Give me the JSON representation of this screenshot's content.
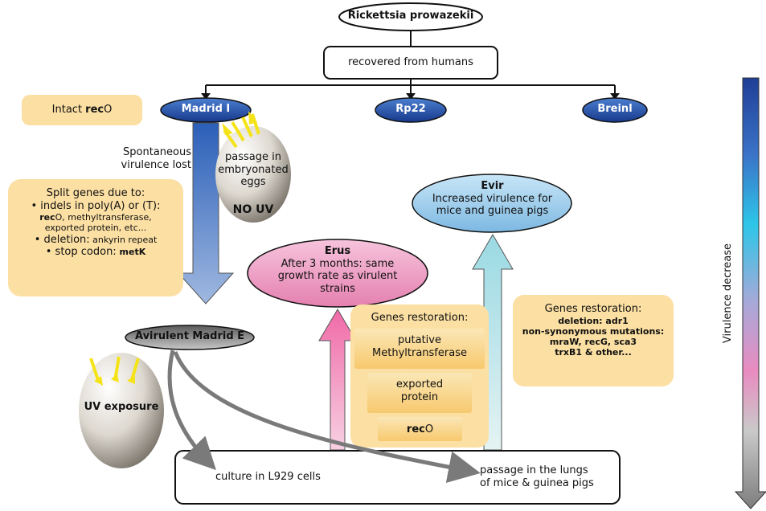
{
  "title": "Rickettsia prowazekii",
  "recovered": "recovered from humans",
  "strains": {
    "madrid1": "Madrid I",
    "rp22": "Rp22",
    "breinl": "Breinl"
  },
  "intact": {
    "prefix": "Intact ",
    "gene": "rec",
    "suffix": "O"
  },
  "spontaneous": [
    "Spontaneous",
    "virulence lost"
  ],
  "egg_passage": [
    "passage in",
    "embryonated",
    "eggs"
  ],
  "no_uv": "NO UV",
  "split": {
    "title": "Split genes due to:",
    "l1": "• indels in poly(A) or (T):",
    "l2_gene": "rec",
    "l2_rest": "O, methyltransferase,",
    "l3": "exported protein, etc...",
    "l4_label": "• deletion:",
    "l4_rest": " ankyrin repeat",
    "l5_label": "• stop codon:",
    "l5_gene": " metK"
  },
  "avirulent": "Avirulent Madrid E",
  "uv_exposure": "UV exposure",
  "erus": {
    "name": "Erus",
    "l1": "After 3 months: same",
    "l2": "growth rate as virulent",
    "l3": "strains"
  },
  "evir": {
    "name": "Evir",
    "l1": "Increased virulence for",
    "l2": "mice and guinea pigs"
  },
  "restoration1": {
    "title": "Genes restoration:",
    "g1a": "putative",
    "g1b": "Methyltransferase",
    "g2a": "exported",
    "g2b": "protein",
    "g3_gene": "rec",
    "g3_suffix": "O"
  },
  "restoration2": {
    "title": "Genes restoration:",
    "l1_label": "deletion:",
    "l1_gene": " adr1",
    "l2": "non-synonymous mutations:",
    "l3": "mraW, recG, sca3",
    "l4": "trxB1 & other..."
  },
  "culture": "culture in L929 cells",
  "lungs": [
    "passage in the lungs",
    "of mice & guinea pigs"
  ],
  "virulence_label": "Virulence decrease",
  "colors": {
    "strain_blue": "#1f4aa0",
    "note_bg": "#fbdfa3",
    "erus_pink": "#e58bb4",
    "evir_blue": "#8fc8ea",
    "avirulent_gray": "#777777"
  }
}
